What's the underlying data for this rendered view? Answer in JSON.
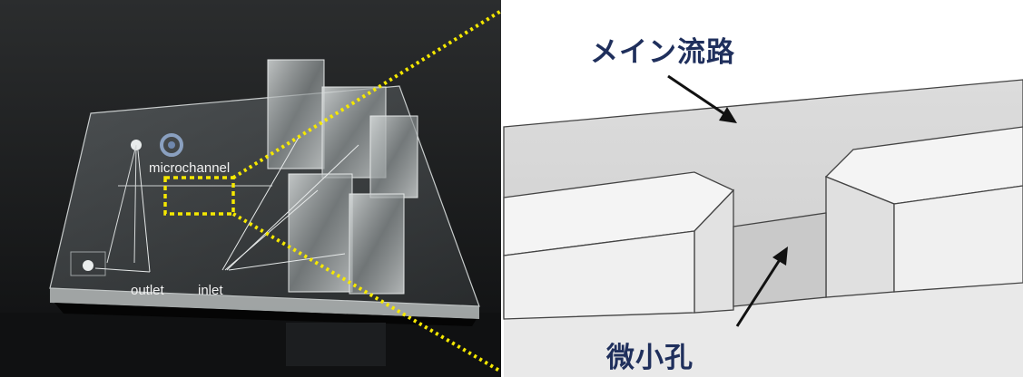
{
  "photo": {
    "labels": {
      "microchannel": "microchannel",
      "outlet": "outlet",
      "inlet": "inlet"
    }
  },
  "illustration": {
    "labels": {
      "main_channel": "メイン流路",
      "micro_hole": "微小孔"
    }
  },
  "colors": {
    "zoom_guide": "#f5e800",
    "label_text": "#1f2f5c",
    "photo_text": "#f2f2f2",
    "channel_fill": "#d6d6d6",
    "block_fill": "#f3f3f3"
  }
}
